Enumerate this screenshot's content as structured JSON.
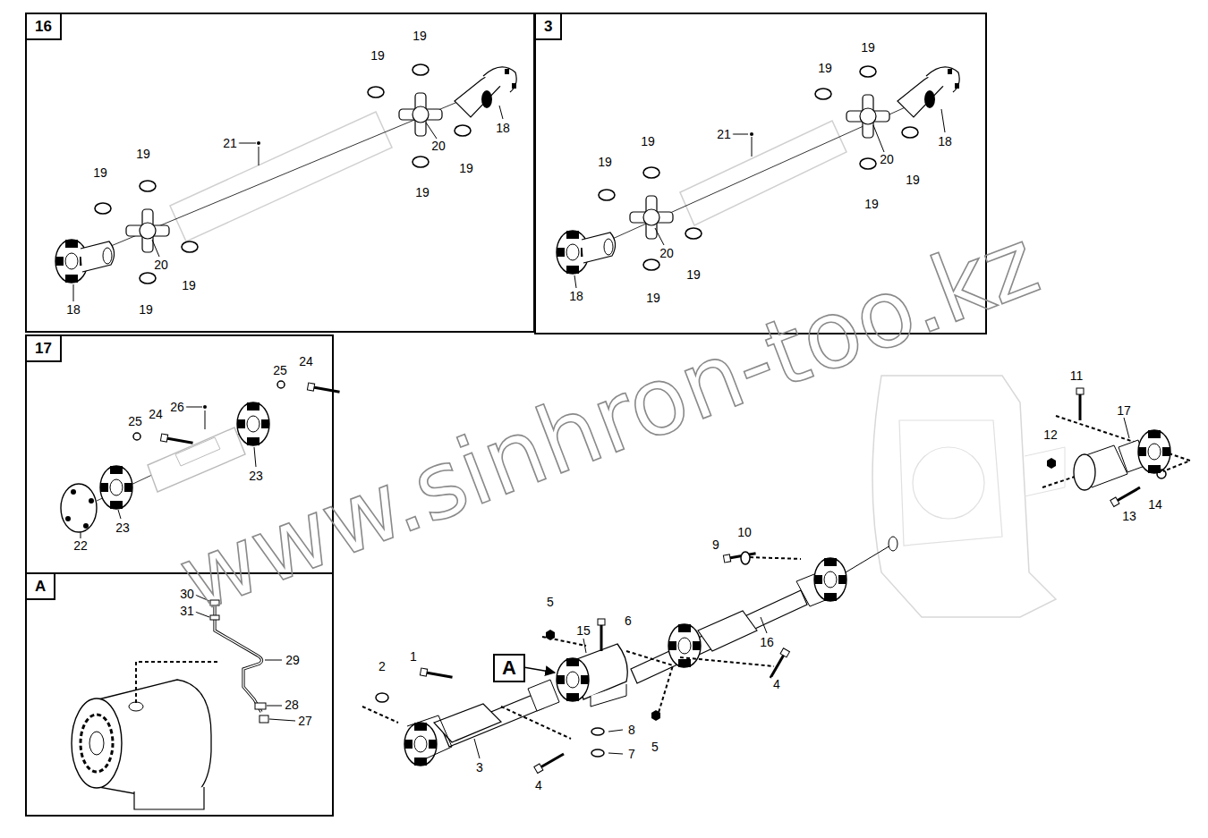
{
  "diagram": {
    "nodes": [
      {
        "text": [
          "16"
        ]
      },
      {
        "text": [
          "3"
        ]
      },
      {
        "text": [
          "17"
        ]
      },
      {
        "text": [
          "A"
        ]
      },
      {
        "text": [
          "A"
        ]
      }
    ],
    "labels": [
      "www.sinhron-too.kz",
      "19",
      "19",
      "21",
      "19",
      "19",
      "20",
      "18",
      "19",
      "19",
      "20",
      "19",
      "18",
      "19",
      "19",
      "19",
      "21",
      "19",
      "19",
      "20",
      "18",
      "19",
      "19",
      "20",
      "19",
      "18",
      "19",
      "25",
      "24",
      "26",
      "25",
      "24",
      "23",
      "22",
      "23",
      "30",
      "31",
      "29",
      "28",
      "27",
      "11",
      "17",
      "12",
      "13",
      "14",
      "9",
      "10",
      "5",
      "6",
      "15",
      "16",
      "4",
      "2",
      "1",
      "8",
      "7",
      "5",
      "3",
      "4"
    ]
  }
}
